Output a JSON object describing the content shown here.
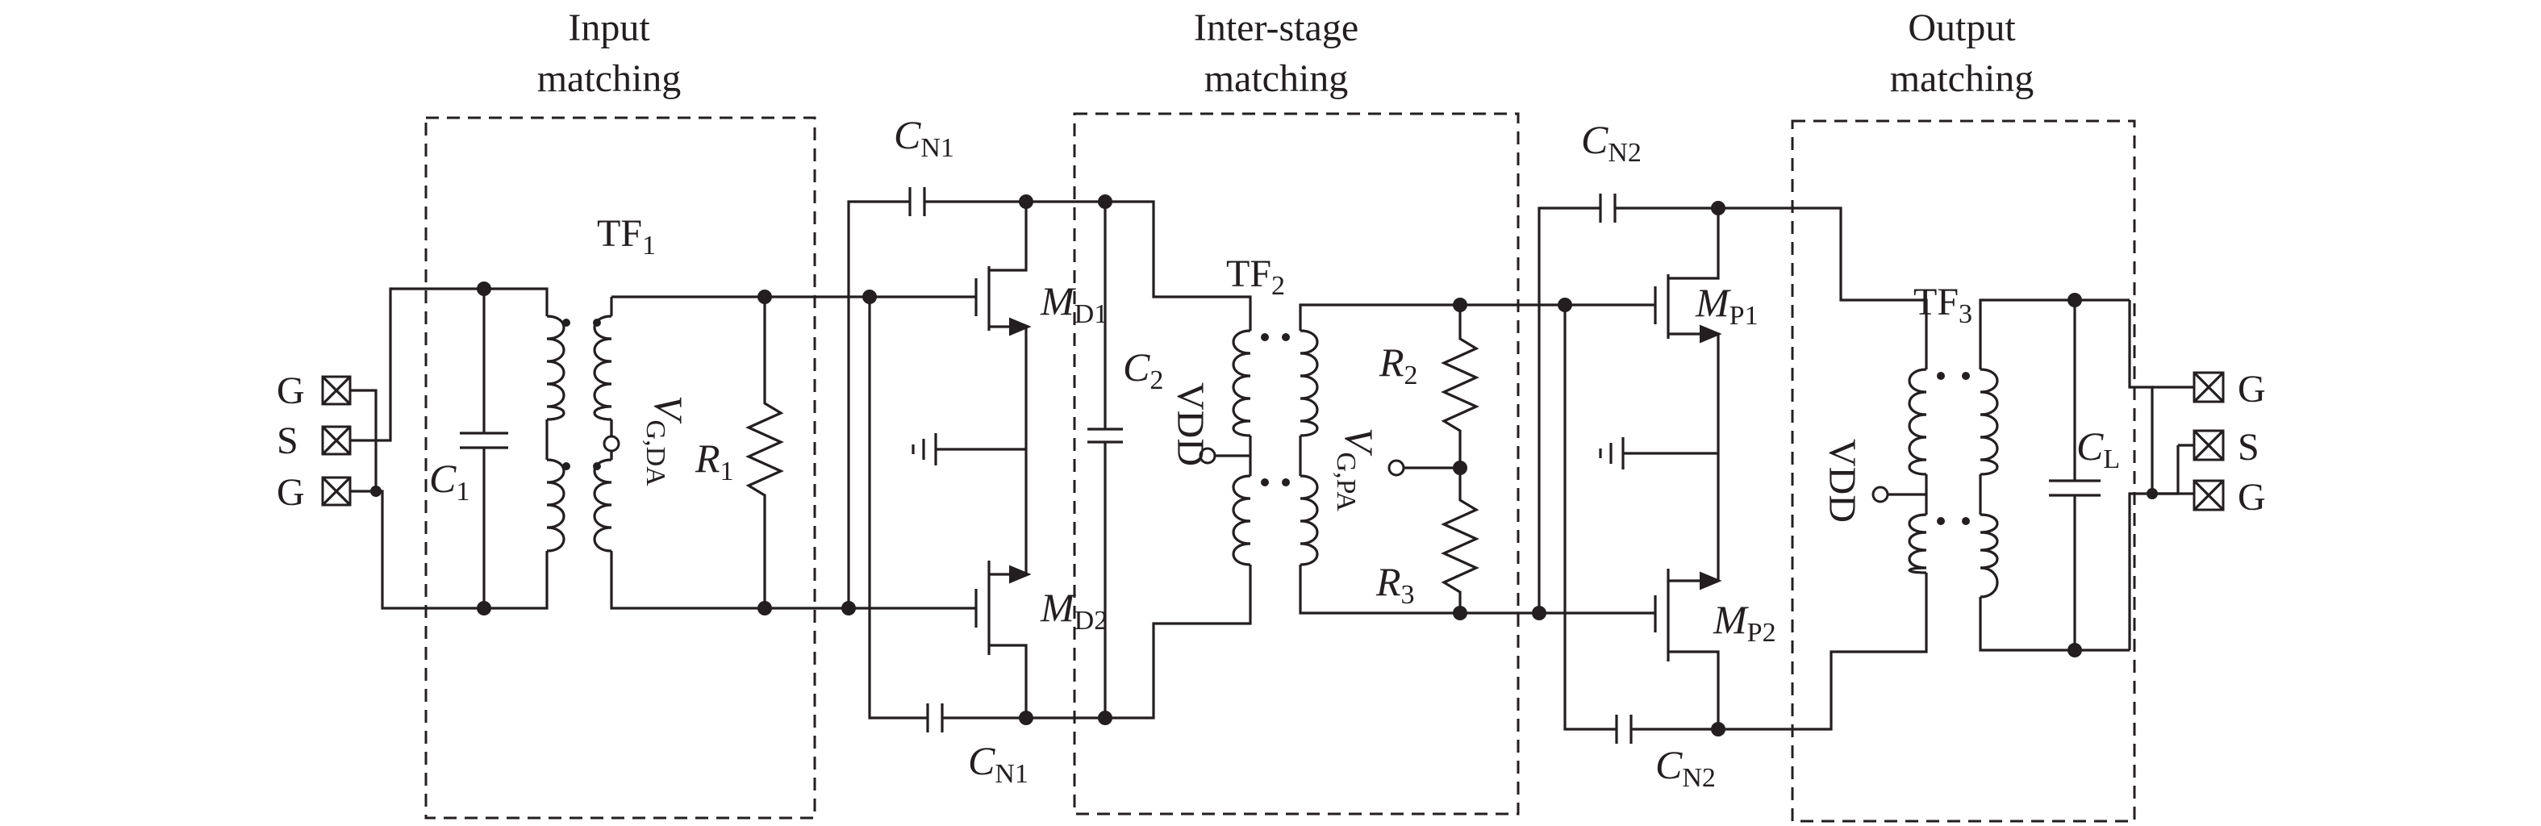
{
  "sections": {
    "input": [
      "Input",
      "matching"
    ],
    "interstage": [
      "Inter-stage",
      "matching"
    ],
    "output": [
      "Output",
      "matching"
    ]
  },
  "transformers": {
    "tf1": {
      "base": "TF",
      "sub": "1"
    },
    "tf2": {
      "base": "TF",
      "sub": "2"
    },
    "tf3": {
      "base": "TF",
      "sub": "3"
    }
  },
  "capacitors": {
    "c1": {
      "base": "C",
      "sub": "1"
    },
    "c2": {
      "base": "C",
      "sub": "2"
    },
    "cl": {
      "base": "C",
      "sub": "L"
    },
    "cn1": {
      "base": "C",
      "sub": "N1"
    },
    "cn2": {
      "base": "C",
      "sub": "N2"
    }
  },
  "resistors": {
    "r1": {
      "base": "R",
      "sub": "1"
    },
    "r2": {
      "base": "R",
      "sub": "2"
    },
    "r3": {
      "base": "R",
      "sub": "3"
    }
  },
  "transistors": {
    "md1": {
      "base": "M",
      "sub": "D1"
    },
    "md2": {
      "base": "M",
      "sub": "D2"
    },
    "mp1": {
      "base": "M",
      "sub": "P1"
    },
    "mp2": {
      "base": "M",
      "sub": "P2"
    }
  },
  "bias": {
    "vgda": {
      "base": "V",
      "sub": "G,DA"
    },
    "vgpa": {
      "base": "V",
      "sub": "G,PA"
    }
  },
  "supply": {
    "vdd": "VDD"
  },
  "pads": {
    "input": [
      "G",
      "S",
      "G"
    ],
    "output": [
      "G",
      "S",
      "G"
    ]
  }
}
